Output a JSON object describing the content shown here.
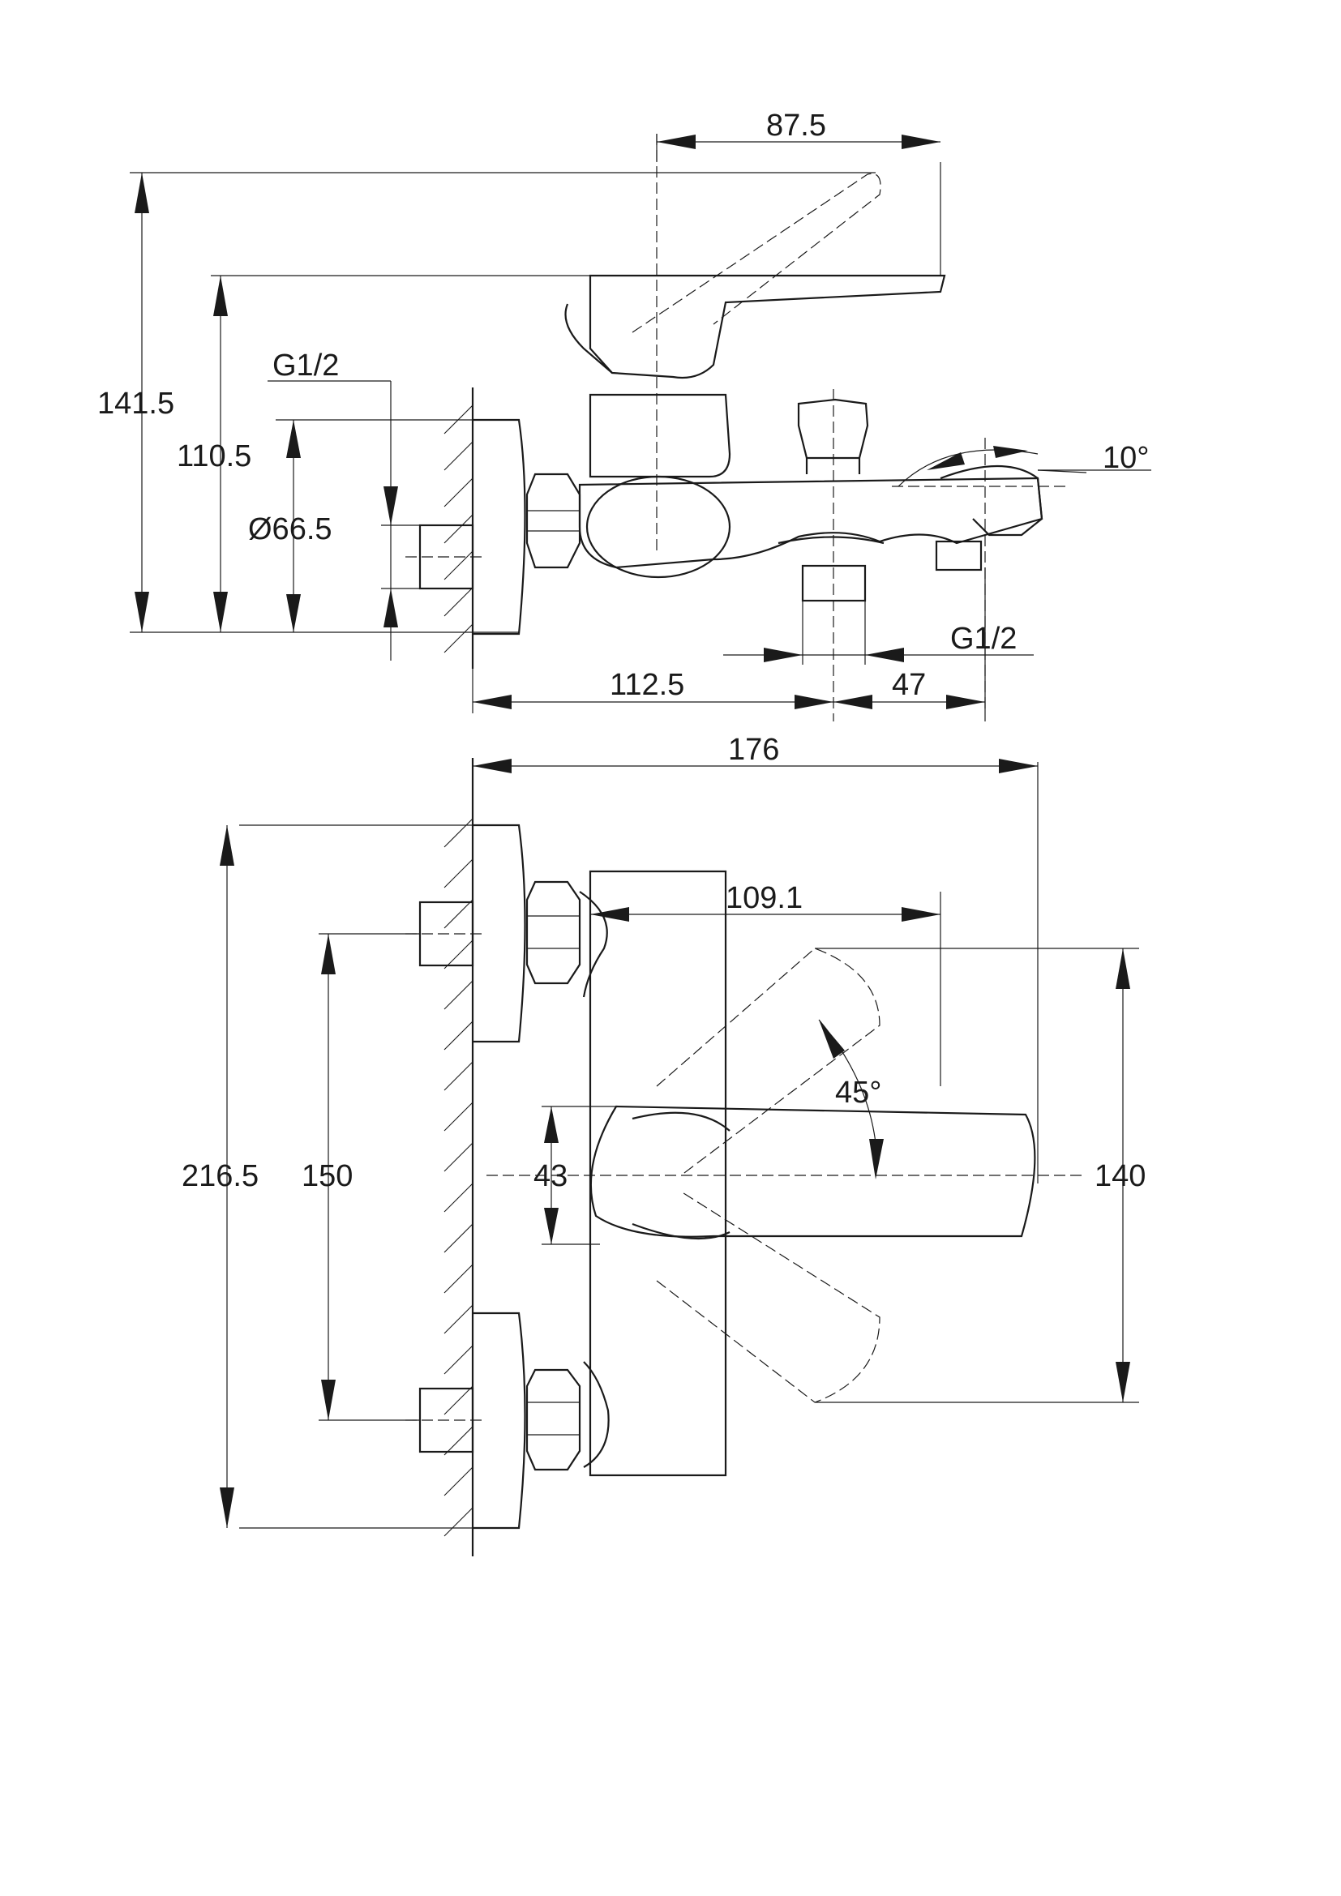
{
  "side_view": {
    "dim_overall_height": "141.5",
    "dim_handle_height": "110.5",
    "dim_spout_reach_top": "87.5",
    "dim_inlet_thread": "G1/2",
    "dim_flange_diameter": "Ø66.5",
    "dim_spout_angle": "10°",
    "dim_outlet_thread": "G1/2",
    "dim_wall_to_outlet": "112.5",
    "dim_outlet_to_spout": "47"
  },
  "top_view": {
    "dim_overall_depth": "176",
    "dim_handle_reach": "109.1",
    "dim_handle_angle": "45°",
    "dim_flange_span": "216.5",
    "dim_inlet_centres": "150",
    "dim_body_width": "43",
    "dim_handle_swing": "140"
  }
}
